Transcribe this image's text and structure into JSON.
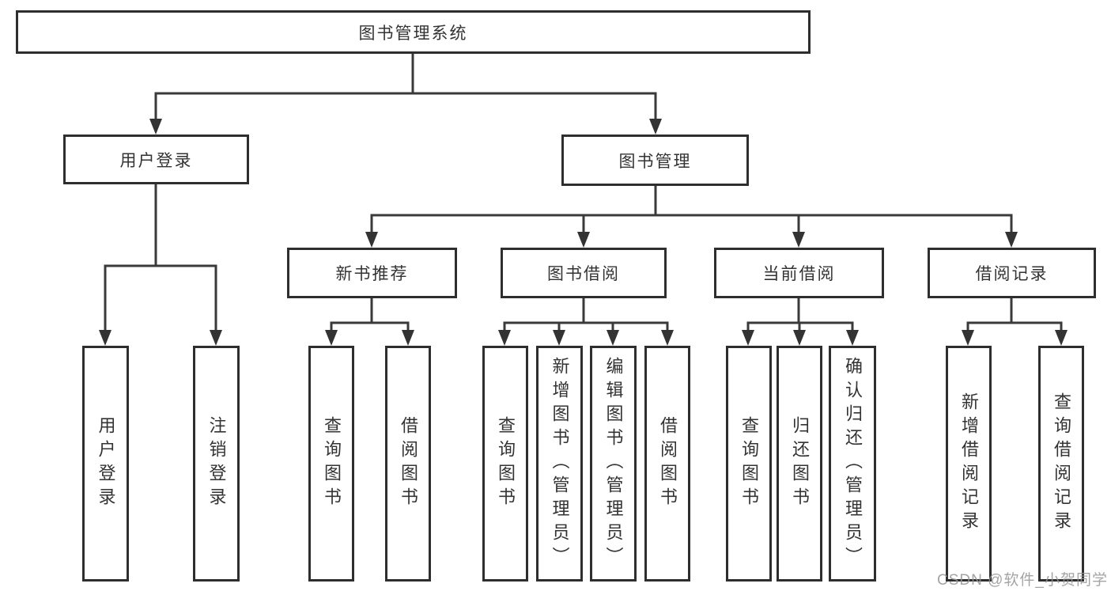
{
  "diagram": {
    "title": "图书管理系统",
    "tree": {
      "label": "图书管理系统",
      "children": [
        {
          "label": "用户登录",
          "children": [
            {
              "label": "用户登录"
            },
            {
              "label": "注销登录"
            }
          ]
        },
        {
          "label": "图书管理",
          "children": [
            {
              "label": "新书推荐",
              "children": [
                {
                  "label": "查询图书"
                },
                {
                  "label": "借阅图书"
                }
              ]
            },
            {
              "label": "图书借阅",
              "children": [
                {
                  "label": "查询图书"
                },
                {
                  "label": "新增图书（管理员）"
                },
                {
                  "label": "编辑图书（管理员）"
                },
                {
                  "label": "借阅图书"
                }
              ]
            },
            {
              "label": "当前借阅",
              "children": [
                {
                  "label": "查询图书"
                },
                {
                  "label": "归还图书"
                },
                {
                  "label": "确认归还（管理员）"
                }
              ]
            },
            {
              "label": "借阅记录",
              "children": [
                {
                  "label": "新增借阅记录"
                },
                {
                  "label": "查询借阅记录"
                }
              ]
            }
          ]
        }
      ]
    },
    "colors": {
      "line": "#3a3a3a",
      "border": "#2e2e2e",
      "text": "#333333",
      "background": "#ffffff",
      "watermark": "#949494"
    }
  },
  "watermark": {
    "text": "CSDN @软件_小贺同学"
  }
}
